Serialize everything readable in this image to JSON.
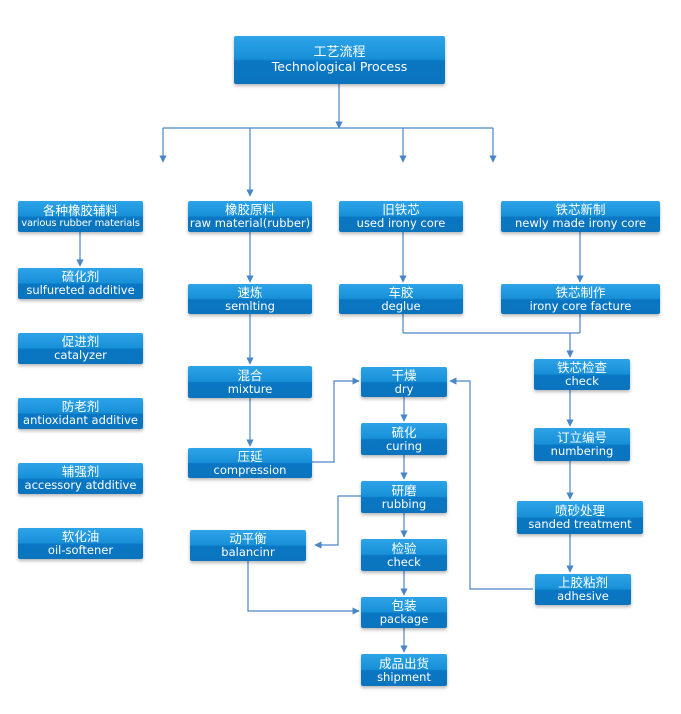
{
  "title": {
    "zh": "工艺流程",
    "en": "Technological Process"
  },
  "nodes": {
    "rubber_additives": {
      "zh": "各种橡胶辅料",
      "en": "various rubber materials"
    },
    "sulfureted": {
      "zh": "硫化剂",
      "en": "sulfureted additive"
    },
    "catalyzer": {
      "zh": "促进剂",
      "en": "catalyzer"
    },
    "antioxidant": {
      "zh": "防老剂",
      "en": "antioxidant additive"
    },
    "accessory": {
      "zh": "辅强剂",
      "en": "accessory atdditive"
    },
    "oil_softener": {
      "zh": "软化油",
      "en": "oil-softener"
    },
    "raw_material": {
      "zh": "橡胶原料",
      "en": "raw material(rubber)"
    },
    "semlting": {
      "zh": "速炼",
      "en": "semlting"
    },
    "mixture": {
      "zh": "混合",
      "en": "mixture"
    },
    "compression": {
      "zh": "压延",
      "en": "compression"
    },
    "balancinr": {
      "zh": "动平衡",
      "en": "balancinr"
    },
    "dry": {
      "zh": "干燥",
      "en": "dry"
    },
    "curing": {
      "zh": "硫化",
      "en": "curing"
    },
    "rubbing": {
      "zh": "研磨",
      "en": "rubbing"
    },
    "check_mid": {
      "zh": "检验",
      "en": "check"
    },
    "package": {
      "zh": "包装",
      "en": "package"
    },
    "shipment": {
      "zh": "成品出货",
      "en": "shipment"
    },
    "used_core": {
      "zh": "旧铁芯",
      "en": "used irony core"
    },
    "deglue": {
      "zh": "车胶",
      "en": "deglue"
    },
    "new_core": {
      "zh": "铁芯新制",
      "en": "newly made irony core"
    },
    "core_facture": {
      "zh": "铁芯制作",
      "en": "irony core facture"
    },
    "core_check": {
      "zh": "铁芯检查",
      "en": "check"
    },
    "numbering": {
      "zh": "订立编号",
      "en": "numbering"
    },
    "sanded": {
      "zh": "喷砂处理",
      "en": "sanded treatment"
    },
    "adhesive": {
      "zh": "上胶粘剂",
      "en": "adhesive"
    }
  },
  "colors": {
    "box": "#1890d8",
    "line": "#4a86c6"
  }
}
